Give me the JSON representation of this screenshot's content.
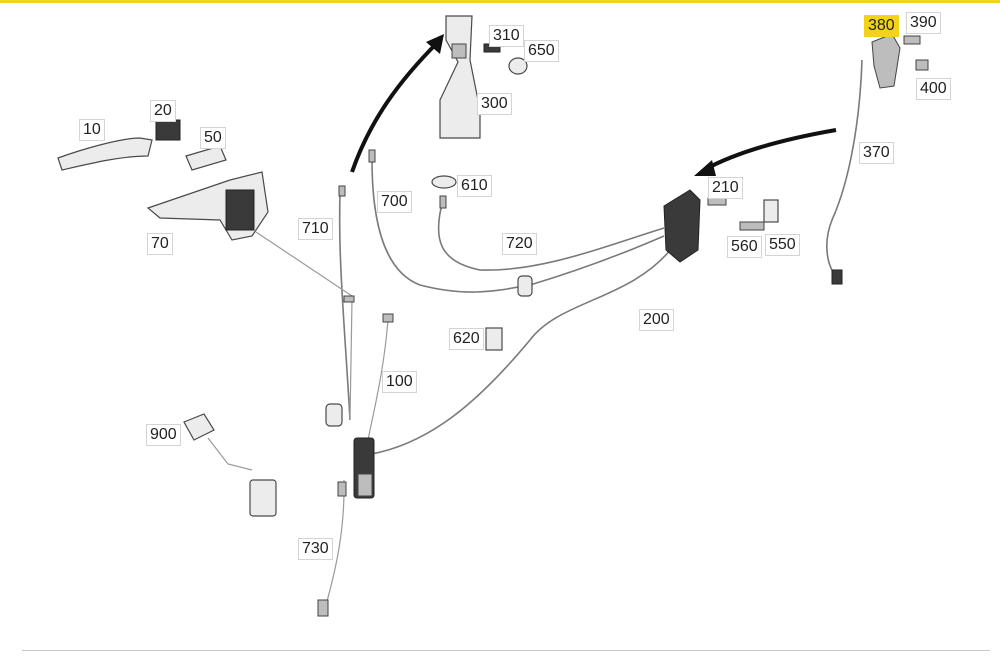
{
  "accent_color": "#f3d21a",
  "highlighted_part": "380",
  "callouts": [
    {
      "id": "10",
      "label": "10"
    },
    {
      "id": "20",
      "label": "20"
    },
    {
      "id": "50",
      "label": "50"
    },
    {
      "id": "70",
      "label": "70"
    },
    {
      "id": "100",
      "label": "100"
    },
    {
      "id": "200",
      "label": "200"
    },
    {
      "id": "210",
      "label": "210"
    },
    {
      "id": "300",
      "label": "300"
    },
    {
      "id": "310",
      "label": "310"
    },
    {
      "id": "370",
      "label": "370"
    },
    {
      "id": "380",
      "label": "380"
    },
    {
      "id": "390",
      "label": "390"
    },
    {
      "id": "400",
      "label": "400"
    },
    {
      "id": "550",
      "label": "550"
    },
    {
      "id": "560",
      "label": "560"
    },
    {
      "id": "610",
      "label": "610"
    },
    {
      "id": "620",
      "label": "620"
    },
    {
      "id": "650",
      "label": "650"
    },
    {
      "id": "700",
      "label": "700"
    },
    {
      "id": "710",
      "label": "710"
    },
    {
      "id": "720",
      "label": "720"
    },
    {
      "id": "730",
      "label": "730"
    },
    {
      "id": "900",
      "label": "900"
    }
  ]
}
